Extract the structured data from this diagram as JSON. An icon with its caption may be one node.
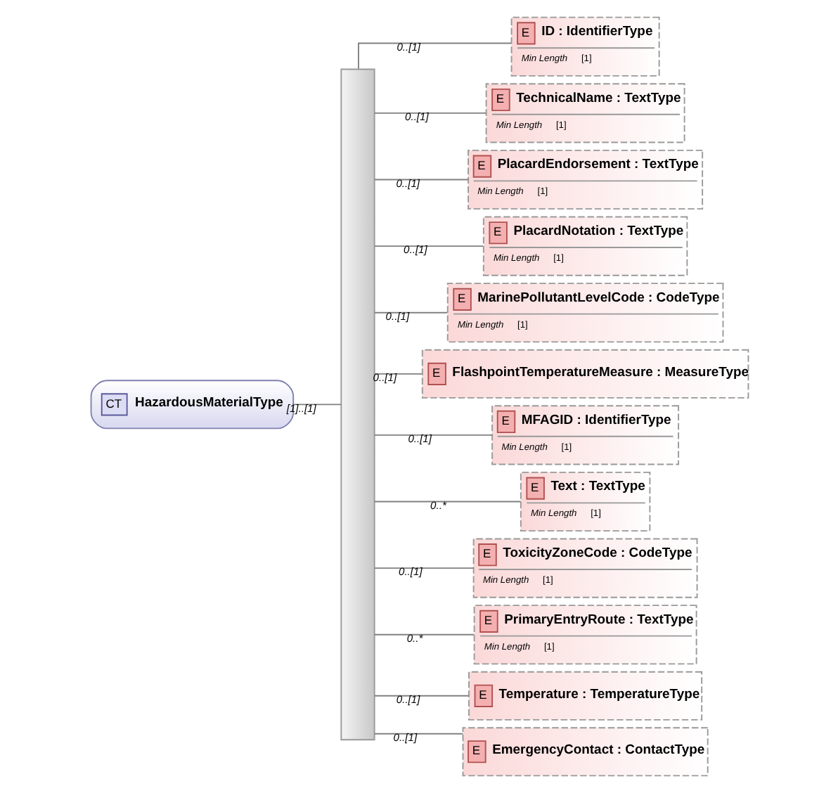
{
  "diagram": {
    "nodes": [
      {
        "text": [
          "CT",
          "HazardousMaterialType"
        ]
      },
      {
        "text": [],
        "shape": "bar"
      },
      {
        "text": [
          "E",
          "ID : IdentifierType",
          "Min Length",
          "[1]"
        ]
      },
      {
        "text": [
          "E",
          "TechnicalName : TextType",
          "Min Length",
          "[1]"
        ]
      },
      {
        "text": [
          "E",
          "PlacardEndorsement : TextType",
          "Min Length",
          "[1]"
        ]
      },
      {
        "text": [
          "E",
          "PlacardNotation : TextType",
          "Min Length",
          "[1]"
        ]
      },
      {
        "text": [
          "E",
          "MarinePollutantLevelCode : CodeType",
          "Min Length",
          "[1]"
        ]
      },
      {
        "text": [
          "E",
          "FlashpointTemperatureMeasure : MeasureType"
        ]
      },
      {
        "text": [
          "E",
          "MFAGID : IdentifierType",
          "Min Length",
          "[1]"
        ]
      },
      {
        "text": [
          "E",
          "Text : TextType",
          "Min Length",
          "[1]"
        ]
      },
      {
        "text": [
          "E",
          "ToxicityZoneCode : CodeType",
          "Min Length",
          "[1]"
        ]
      },
      {
        "text": [
          "E",
          "PrimaryEntryRoute : TextType",
          "Min Length",
          "[1]"
        ]
      },
      {
        "text": [
          "E",
          "Temperature : TemperatureType"
        ]
      },
      {
        "text": [
          "E",
          "EmergencyContact : ContactType"
        ]
      }
    ],
    "edges": [
      {
        "from": 0,
        "to": 1,
        "arrow": "none",
        "label": "[1]..[1]"
      },
      {
        "from": 1,
        "to": 2,
        "arrow": "none",
        "label": "0..[1]"
      },
      {
        "from": 1,
        "to": 3,
        "arrow": "none",
        "label": "0..[1]"
      },
      {
        "from": 1,
        "to": 4,
        "arrow": "none",
        "label": "0..[1]"
      },
      {
        "from": 1,
        "to": 5,
        "arrow": "none",
        "label": "0..[1]"
      },
      {
        "from": 1,
        "to": 6,
        "arrow": "none",
        "label": "0..[1]"
      },
      {
        "from": 1,
        "to": 7,
        "arrow": "none",
        "label": "0..[1]"
      },
      {
        "from": 1,
        "to": 8,
        "arrow": "none",
        "label": "0..[1]"
      },
      {
        "from": 1,
        "to": 9,
        "arrow": "none",
        "label": "0..*"
      },
      {
        "from": 1,
        "to": 10,
        "arrow": "none",
        "label": "0..[1]"
      },
      {
        "from": 1,
        "to": 11,
        "arrow": "none",
        "label": "0..*"
      },
      {
        "from": 1,
        "to": 12,
        "arrow": "none",
        "label": "0..[1]"
      },
      {
        "from": 1,
        "to": 13,
        "arrow": "none",
        "label": "0..[1]"
      }
    ]
  }
}
